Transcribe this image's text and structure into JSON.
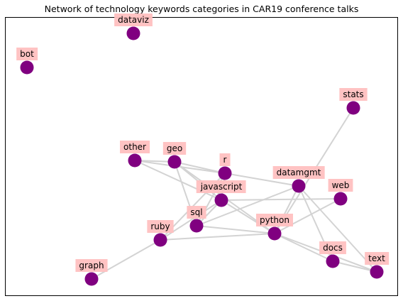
{
  "title": "Network of technology keywords categories in CAR19 conference talks",
  "colors": {
    "node": "#800080",
    "edge": "#d3d3d3",
    "label_background": "#ffc0c0",
    "frame": "#000000"
  },
  "nodes": [
    {
      "id": "dataviz",
      "label": "dataviz"
    },
    {
      "id": "bot",
      "label": "bot"
    },
    {
      "id": "stats",
      "label": "stats"
    },
    {
      "id": "other",
      "label": "other"
    },
    {
      "id": "geo",
      "label": "geo"
    },
    {
      "id": "r",
      "label": "r"
    },
    {
      "id": "datamgmt",
      "label": "datamgmt"
    },
    {
      "id": "javascript",
      "label": "javascript"
    },
    {
      "id": "web",
      "label": "web"
    },
    {
      "id": "sql",
      "label": "sql"
    },
    {
      "id": "ruby",
      "label": "ruby"
    },
    {
      "id": "python",
      "label": "python"
    },
    {
      "id": "docs",
      "label": "docs"
    },
    {
      "id": "text",
      "label": "text"
    },
    {
      "id": "graph",
      "label": "graph"
    }
  ],
  "edges": [
    [
      "other",
      "r"
    ],
    [
      "other",
      "javascript"
    ],
    [
      "other",
      "geo"
    ],
    [
      "geo",
      "r"
    ],
    [
      "geo",
      "javascript"
    ],
    [
      "geo",
      "sql"
    ],
    [
      "geo",
      "python"
    ],
    [
      "r",
      "javascript"
    ],
    [
      "r",
      "datamgmt"
    ],
    [
      "r",
      "sql"
    ],
    [
      "r",
      "ruby"
    ],
    [
      "javascript",
      "web"
    ],
    [
      "javascript",
      "sql"
    ],
    [
      "javascript",
      "ruby"
    ],
    [
      "javascript",
      "python"
    ],
    [
      "datamgmt",
      "sql"
    ],
    [
      "datamgmt",
      "python"
    ],
    [
      "datamgmt",
      "docs"
    ],
    [
      "datamgmt",
      "text"
    ],
    [
      "stats",
      "python"
    ],
    [
      "web",
      "python"
    ],
    [
      "sql",
      "python"
    ],
    [
      "ruby",
      "python"
    ],
    [
      "ruby",
      "graph"
    ],
    [
      "python",
      "docs"
    ],
    [
      "python",
      "text"
    ],
    [
      "docs",
      "text"
    ]
  ]
}
